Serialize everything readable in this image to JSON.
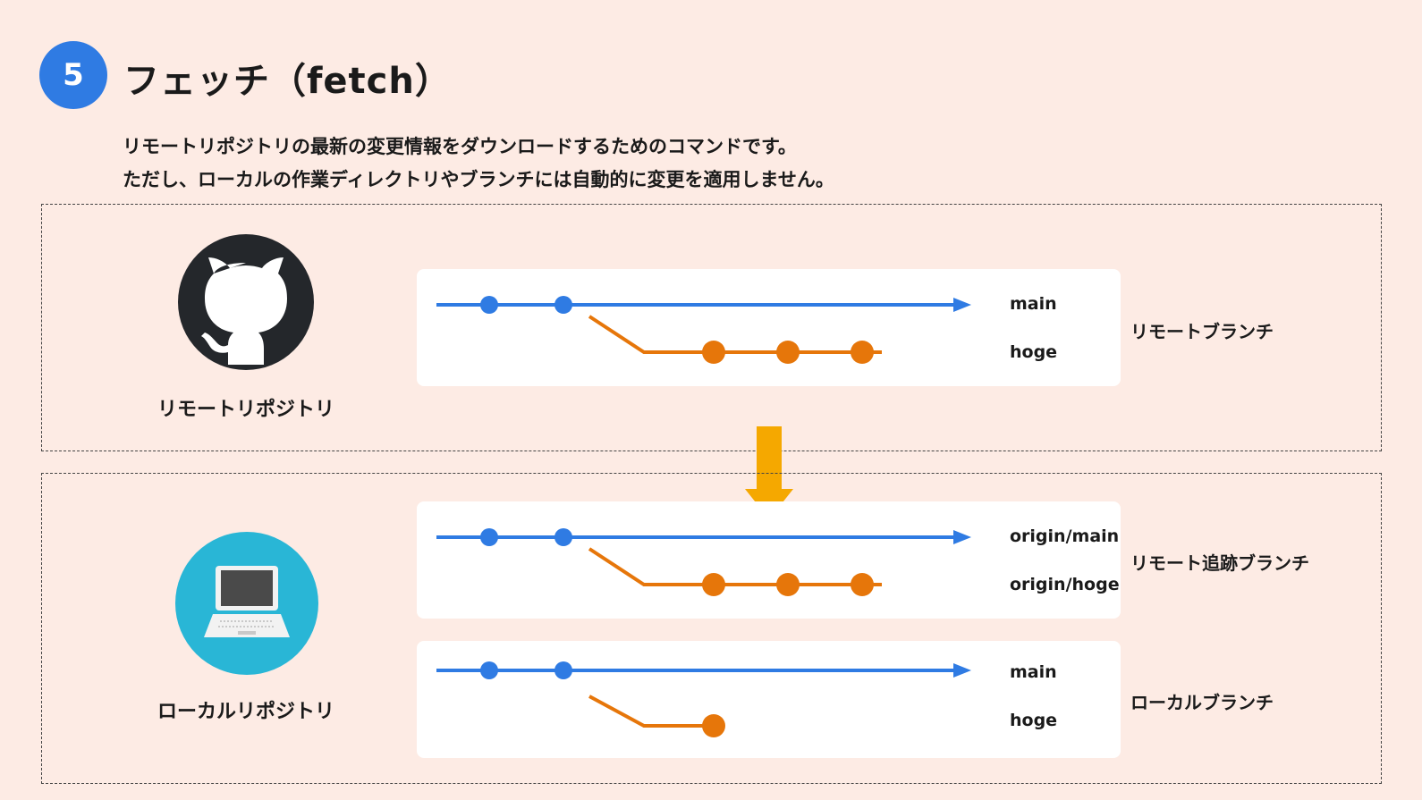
{
  "header": {
    "step_number": "5",
    "title": "フェッチ（fetch）",
    "description_line1": "リモートリポジトリの最新の変更情報をダウンロードするためのコマンドです。",
    "description_line2": "ただし、ローカルの作業ディレクトリやブランチには自動的に変更を適用しません。"
  },
  "remote": {
    "repo_label": "リモートリポジトリ",
    "group_label": "リモートブランチ",
    "main_label": "main",
    "hoge_label": "hoge",
    "icon": "github-octocat-icon"
  },
  "local": {
    "repo_label": "ローカルリポジトリ",
    "tracking_group_label": "リモート追跡ブランチ",
    "tracking_main_label": "origin/main",
    "tracking_hoge_label": "origin/hoge",
    "local_group_label": "ローカルブランチ",
    "main_label": "main",
    "hoge_label": "hoge",
    "icon": "laptop-icon"
  },
  "colors": {
    "background": "#fdebe4",
    "badge": "#2f7be3",
    "main_branch": "#2f7be3",
    "hoge_branch": "#e6760a",
    "arrow": "#f5a800",
    "laptop_circle": "#29b6d6",
    "github_circle": "#24272b"
  },
  "fetch_arrow_icon": "arrow-down-icon"
}
